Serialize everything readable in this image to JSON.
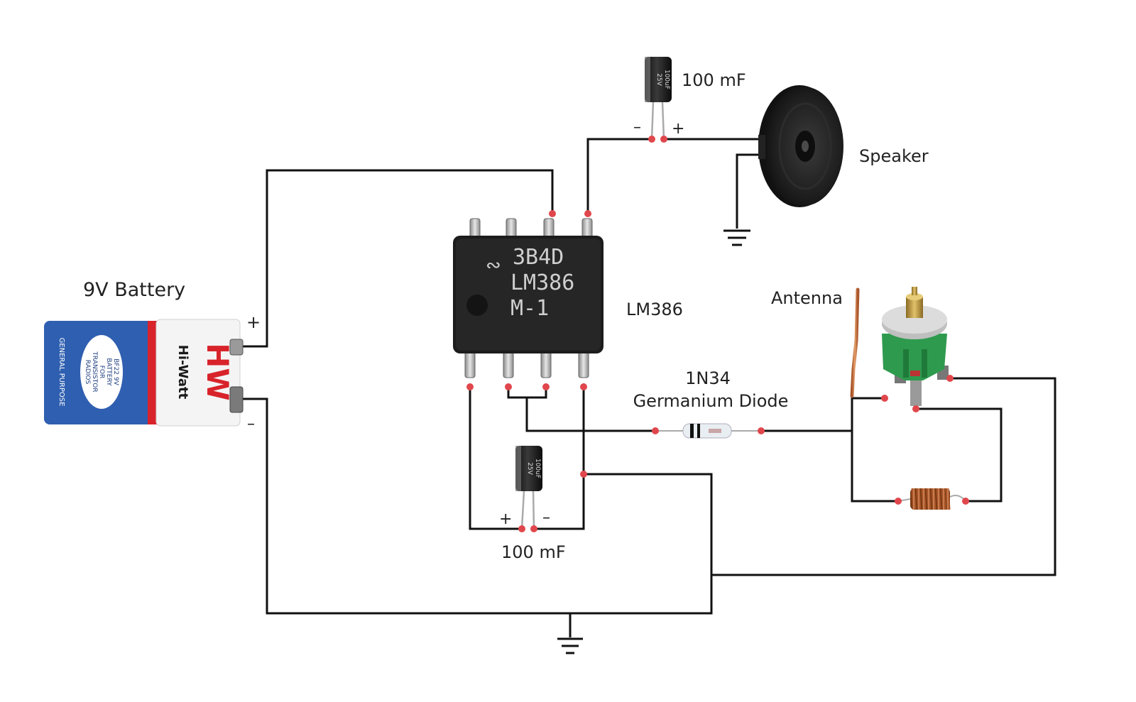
{
  "labels": {
    "battery": "9V Battery",
    "battery_plus": "+",
    "battery_minus": "–",
    "ic": "LM386",
    "cap_top": "100 mF",
    "cap_top_minus": "–",
    "cap_top_plus": "+",
    "cap_bottom": "100 mF",
    "cap_bottom_plus": "+",
    "cap_bottom_minus": "–",
    "speaker": "Speaker",
    "antenna": "Antenna",
    "diode_line1": "1N34",
    "diode_line2": "Germanium Diode"
  },
  "chip_marking": {
    "line1": "3B4D",
    "line2": "LM386",
    "line3": "M-1"
  },
  "battery_print": {
    "brand_logo": "HW",
    "brand_name": "Hi-Watt",
    "type_line1": "BF22 9V",
    "type_line2": "BATTERY",
    "type_line3": "FOR",
    "type_line4": "TRANSISTOR",
    "type_line5": "RADIOS",
    "side": "GENERAL PURPOSE"
  },
  "capacitor_print": {
    "line1": "100uF",
    "line2": "25V"
  },
  "colors": {
    "wire": "#111111",
    "node": "#e0474c",
    "battery_blue": "#2f5fb0",
    "battery_red": "#d8232a",
    "chip_body": "#1c1c1c",
    "coil_copper": "#b5651d",
    "trimmer_green": "#2e9a4e"
  }
}
